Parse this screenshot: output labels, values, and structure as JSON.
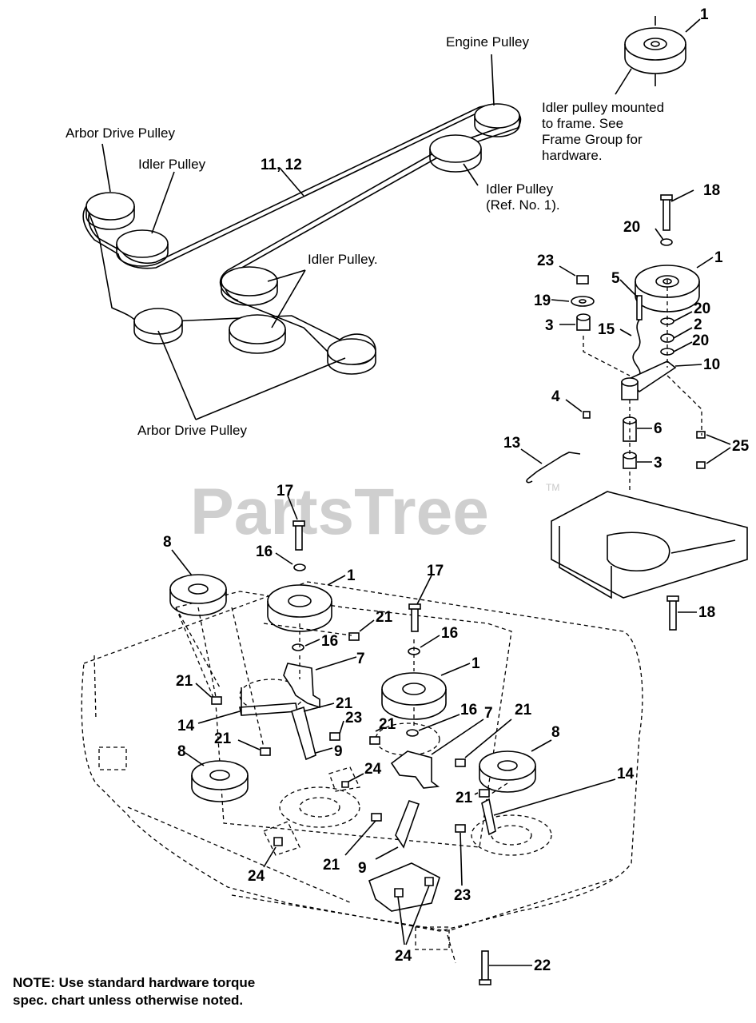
{
  "watermark": {
    "text": "PartsTree",
    "tm": "TM"
  },
  "labels": {
    "engine_pulley": "Engine Pulley",
    "arbor_drive_top": "Arbor Drive Pulley",
    "idler_pulley_1": "Idler Pulley",
    "belt_ref": "11, 12",
    "idler_ref_line1": "Idler Pulley",
    "idler_ref_line2": "(Ref. No. 1).",
    "idler_pulley_2": "Idler Pulley.",
    "arbor_drive_bottom": "Arbor Drive Pulley",
    "idler_note_1": "Idler pulley mounted",
    "idler_note_2": "to frame.  See",
    "idler_note_3": "Frame Group for",
    "idler_note_4": "hardware."
  },
  "note": {
    "line1": "NOTE: Use standard hardware torque",
    "line2": "spec. chart unless otherwise noted."
  },
  "callouts": {
    "c1_top": "1",
    "c18_top": "18",
    "c20_top": "20",
    "c23_r": "23",
    "c1_r": "1",
    "c5": "5",
    "c19": "19",
    "c20_mid": "20",
    "c3_top": "3",
    "c15": "15",
    "c2": "2",
    "c20_low": "20",
    "c10": "10",
    "c4": "4",
    "c6": "6",
    "c13": "13",
    "c25": "25",
    "c3_low": "3",
    "c18_low": "18",
    "c17_l": "17",
    "c8_l": "8",
    "c16_l": "16",
    "c1_l": "1",
    "c17_m": "17",
    "c21_a": "21",
    "c16_m": "16",
    "c7_l": "7",
    "c1_m": "1",
    "c21_b": "21",
    "c21_c": "21",
    "c14_l": "14",
    "c23_m": "23",
    "c16_r": "16",
    "c7_r": "7",
    "c21_d": "21",
    "c21_e": "21",
    "c9_l": "9",
    "c8_bl": "8",
    "c24_m": "24",
    "c8_r": "8",
    "c14_r": "14",
    "c21_f": "21",
    "c24_l": "24",
    "c21_g": "21",
    "c9_b": "9",
    "c23_b": "23",
    "c24_b": "24",
    "c22": "22",
    "c21_h": "21"
  }
}
